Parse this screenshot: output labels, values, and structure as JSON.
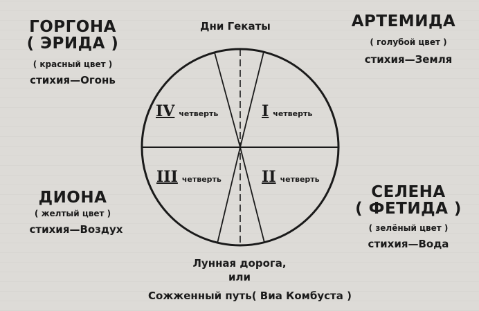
{
  "top": {
    "title": "Дни Гекаты"
  },
  "corners": {
    "top_left": {
      "name_line1": "ГОРГОНА",
      "name_line2": "( ЭРИДА )",
      "color": "( красный цвет )",
      "element": "стихия—Огонь"
    },
    "top_right": {
      "name_line1": "АРТЕМИДА",
      "color": "( голубой цвет )",
      "element": "стихия—Земля"
    },
    "bottom_left": {
      "name_line1": "ДИОНА",
      "color": "( желтый цвет )",
      "element": "стихия—Воздух"
    },
    "bottom_right": {
      "name_line1": "СЕЛЕНА",
      "name_line2": "( ФЕТИДА )",
      "color": "( зелёный цвет )",
      "element": "стихия—Вода"
    }
  },
  "quarters": [
    {
      "numeral": "IV",
      "word": "четверть"
    },
    {
      "numeral": "I",
      "word": "четверть"
    },
    {
      "numeral": "III",
      "word": "четверть"
    },
    {
      "numeral": "II",
      "word": "четверть"
    }
  ],
  "bottom": {
    "line1": "Лунная дорога,",
    "line2": "или",
    "line3": "Сожженный путь( Виа Комбуста )"
  },
  "colors": {
    "ink": "#1a1a1a",
    "paper": "#dddbd7"
  }
}
